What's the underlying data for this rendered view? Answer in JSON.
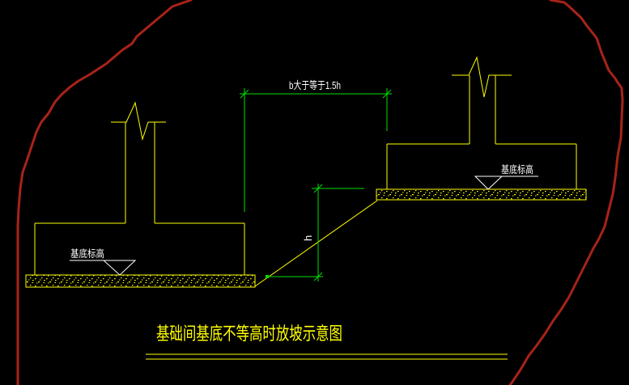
{
  "app": {
    "type": "cad-drawing-viewport",
    "background": "#000000"
  },
  "colors": {
    "foundation_yellow": "#ffff00",
    "dimension_green": "#00e000",
    "annotation_white": "#ffffff",
    "boundary_red": "#a82318"
  },
  "labels": {
    "dimension_b": "b大于等于1.5h",
    "dimension_h": "h",
    "left_elevation": "基底标高",
    "right_elevation": "基底标高",
    "title": "基础间基底不等高时放坡示意图"
  }
}
